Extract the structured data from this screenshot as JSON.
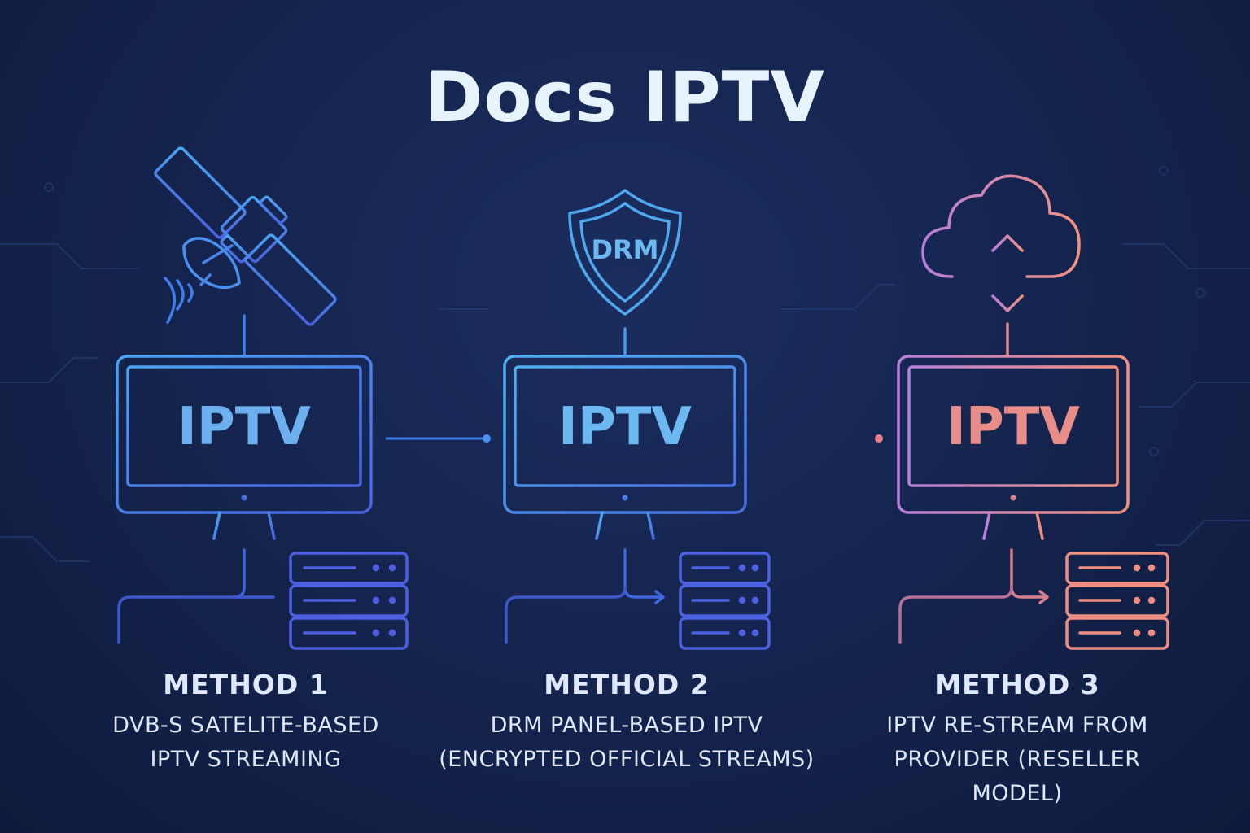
{
  "title": "Docs IPTV",
  "colors": {
    "background": "#14234c",
    "method1": "#4f8df0",
    "method2": "#4e9fe8",
    "method3": "#e98d89",
    "title": "#e7f3fb"
  },
  "methods": [
    {
      "heading": "METHOD 1",
      "description": "DVB-S SATELITE-BASED\nIPTV STREAMING",
      "screen_label": "IPTV",
      "icon": "satellite-icon"
    },
    {
      "heading": "METHOD 2",
      "description": "DRM PANEL-BASED IPTV\n(ENCRYPTED OFFICIAL STREAMS)",
      "screen_label": "IPTV",
      "icon": "drm-shield-icon",
      "badge": "DRM"
    },
    {
      "heading": "METHOD 3",
      "description": "IPTV RE-STREAM FROM\nPROVIDER (RESELLER\nMODEL)",
      "screen_label": "IPTV",
      "icon": "cloud-upload-download-icon"
    }
  ]
}
